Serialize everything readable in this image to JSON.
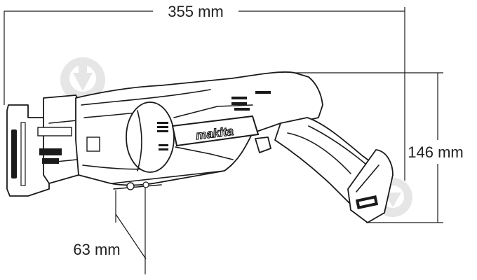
{
  "dimensions": {
    "length": "355 mm",
    "height": "146 mm",
    "depth": "63 mm"
  },
  "brand": {
    "logo_text": "makita"
  },
  "icons": {
    "watermark_top": "watermark-pin-icon",
    "watermark_bottom": "watermark-pin-icon"
  }
}
